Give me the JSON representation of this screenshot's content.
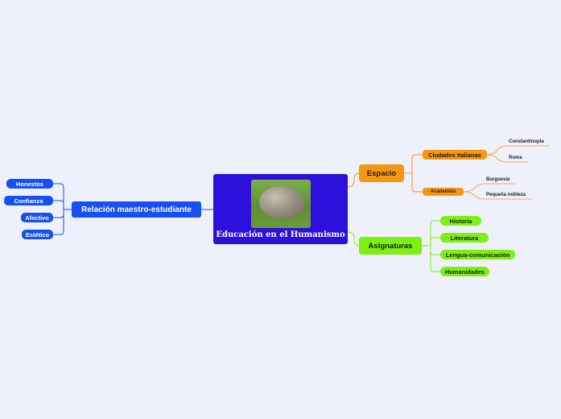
{
  "colors": {
    "background": "#eef0fb",
    "central": "#2d0fdc",
    "blue": "#1650ee",
    "orange": "#f6980f",
    "green": "#7df012"
  },
  "central": {
    "title": "Educación en el Humanismo",
    "image": "rock-in-grass-photo"
  },
  "left": {
    "main": "Relación maestro-estudiante",
    "leaves": [
      "Honestos",
      "Confianza",
      "Afectivo",
      "Estético"
    ]
  },
  "right": {
    "espacio": {
      "label": "Espacio",
      "ciudades": {
        "label": "Ciudades Italianas",
        "children": [
          "Constantinopla",
          "Roma"
        ]
      },
      "academias": {
        "label": "Academias",
        "children": [
          "Burguesía",
          "Pequeña nobleza"
        ]
      }
    },
    "asignaturas": {
      "label": "Asignaturas",
      "children": [
        "Historia",
        "Literatura",
        "Lengua-comunicación",
        "Humanidades"
      ]
    }
  }
}
